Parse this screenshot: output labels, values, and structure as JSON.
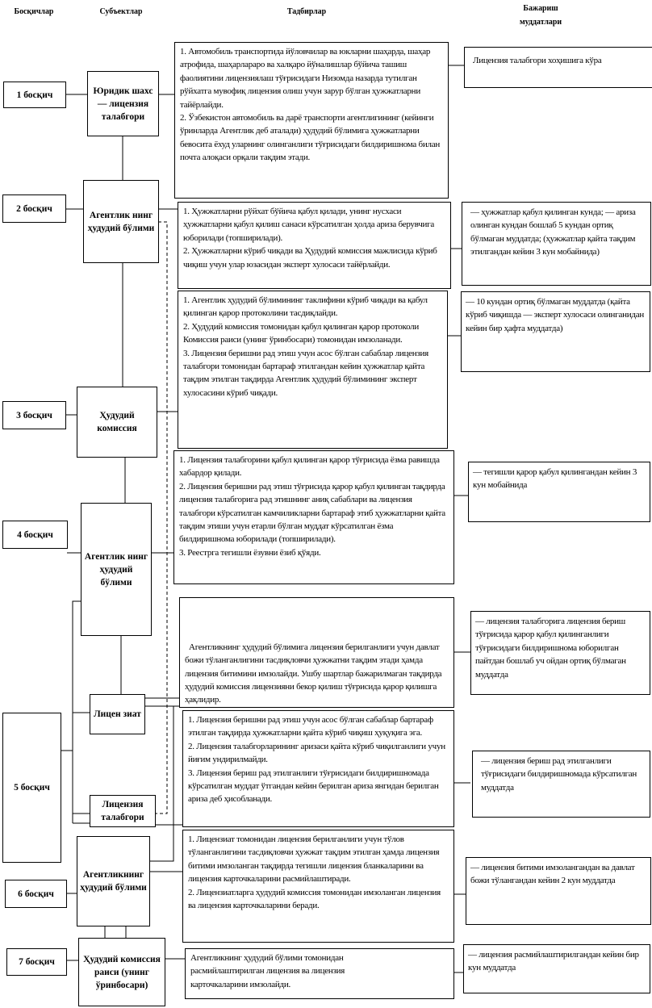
{
  "headers": {
    "stages": "Босқичлар",
    "subjects": "Субъектлар",
    "actions": "Тадбирлар",
    "terms": "Бажариш муддатлари"
  },
  "stages": [
    "1 босқич",
    "2 босқич",
    "3 босқич",
    "4 босқич",
    "5 босқич",
    "6 босқич",
    "7 босқич"
  ],
  "subjects": [
    "Юридик шахс — лицензия талабгори",
    "Агентлик нинг ҳудудий бўлими",
    "Ҳудудий комиссия",
    "Агентлик нинг ҳудудий бўлими",
    "Лицен зиат",
    "Лицензия талабгори",
    "Агентликнинг ҳудудий бўлими",
    "Ҳудудий комиссия раиси (унинг ўринбосари)"
  ],
  "actions": [
    [
      "1. Автомобиль транспортида йўловчилар ва юкларни шаҳарда, шаҳар атрофида, шаҳарлараро ва халқаро йўналишлар бўйича  ташиш  фаолиятини лицензиялаш тўғрисидаги Низомда назарда тутилган рўйхатга мувофиқ лицензия олиш учун зарур бўлган ҳужжатларни тайёрлайди.",
      "2. Ўзбекистон автомобиль ва дарё транспорти агентлигининг (кейинги ўринларда Агентлик деб аталади) ҳудудий бўлимига  ҳужжатларни бевосита ёхуд уларнинг олинганлиги тўғрисидаги билдиришнома билан почта алоқаси  орқали тақдим этади."
    ],
    [
      "1. Ҳужжатларни рўйхат бўйича қабул қилади, унинг нусхаси ҳужжатларни қабул қилиш санаси кўрсатилган ҳолда ариза берувчига юборилади (топширилади).",
      "2. Ҳужжатларни кўриб чиқади ва Ҳудудий комиссия мажлисида кўриб чиқиш учун улар юзасидан эксперт хулосаси тайёрлайди."
    ],
    [
      "1. Агентлик ҳудудий бўлимининг таклифини кўриб чиқади ва  қабул қилинган қарор протоколини тасдиқлайди.",
      "2. Ҳудудий комиссия томонидан қабул қилинган қарор протоколи Комиссия раиси (унинг ўринбосари) томонидан имзоланади.",
      "3.  Лицензия беришни рад этиш учун асос бўлган сабаблар лицензия талабгори томонидан бартараф этилгандан кейин ҳужжатлар қайта тақдим этилган тақдирда Агентлик ҳудудий бўлимининг эксперт хулосасини кўриб чиқади."
    ],
    [
      "1. Лицензия талабгорини қабул қилинган қарор тўғрисида ёзма равишда хабардор қилади.",
      "2. Лицензия беришни рад этиш  тўғрисида қарор қабул қилинган тақдирда  лицензия талабгорига рад этишнинг аниқ сабаблари ва лицензия талабгори кўрсатилган камчиликларни бартараф этиб ҳужжатларни қайта тақдим этиши учун етарли бўлган муддат кўрсатилган ёзма билдиришнома юборилади (топширилади).",
      "3. Реестрга тегишли ёзувни ёзиб қўяди."
    ],
    [
      "  Агентликнинг ҳудудий бўлимига лицензия берилганлиги учун давлат божи тўланганлигини тасдиқловчи ҳужжатни тақдим этади ҳамда лицензия битимини имзолайди. Ушбу шартлар бажарилмаган тақдирда ҳудудий комиссия лицензияни бекор қилиш тўғрисида қарор қилишга ҳақлидир."
    ],
    [
      "1. Лицензия беришни рад этиш учун асос бўлган сабаблар бартараф этилган тақдирда ҳужжатларни қайта кўриб чиқиш  ҳуқуқига эга.",
      "2. Лицензия талабгорларининг аризаси қайта кўриб чиқилганлиги учун йиғим ундирилмайди.",
      "3. Лицензия бериш рад этилганлиги тўғрисидаги билдиришномада кўрсатилган муддат ўтгандан кейин берилган ариза янгидан берилган ариза деб ҳисобланади."
    ],
    [
      "1. Лицензиат томонидан лицензия берилганлиги учун тўлов тўланганлигини тасдиқловчи ҳужжат тақдим этилган ҳамда лицензия битими имзоланган тақдирда тегишли лицензия бланкаларини ва лицензия карточкаларини  расмийлаштиради.",
      "2. Лицензиатларга ҳудудий комиссия томонидан имзоланган лицензия ва лицензия карточкаларини беради."
    ],
    [
      "Агентликнинг ҳудудий бўлими томонидан расмийлаштирилган лицензия ва лицензия карточкаларини имзолайди."
    ]
  ],
  "terms": [
    "Лицензия талабгори хоҳишига кўра",
    "—  ҳужжатлар қабул қилинган кунда; — ариза олинган кундан бошлаб 5 кундан ортиқ бўлмаган муддатда; (ҳужжатлар қайта тақдим этилгандан кейин  3 кун мобайнида)",
    "— 10 кундан ортиқ бўлмаган муддатда (қайта кўриб чиқишда — эксперт хулосаси олинганидан кейин бир ҳафта муддатда)",
    "— тегишли қарор қабул қилингандан кейин 3 кун мобайнида",
    "— лицензия талабгорига лицензия бериш тўғрисида қарор қабул қилинганлиги тўғрисидаги билдиришнома  юборилган пайтдан бошлаб уч ойдан ортиқ бўлмаган муддатда",
    "—  лицензия бериш рад этилганлиги тўғрисидаги билдиришномада кўрсатилган муддатда",
    " — лицензия битими имзолангандан ва давлат божи тўлангандан кейин  2 кун муддатда",
    "—  лицензия расмийлаштирилгандан кейин бир кун муддатда"
  ]
}
